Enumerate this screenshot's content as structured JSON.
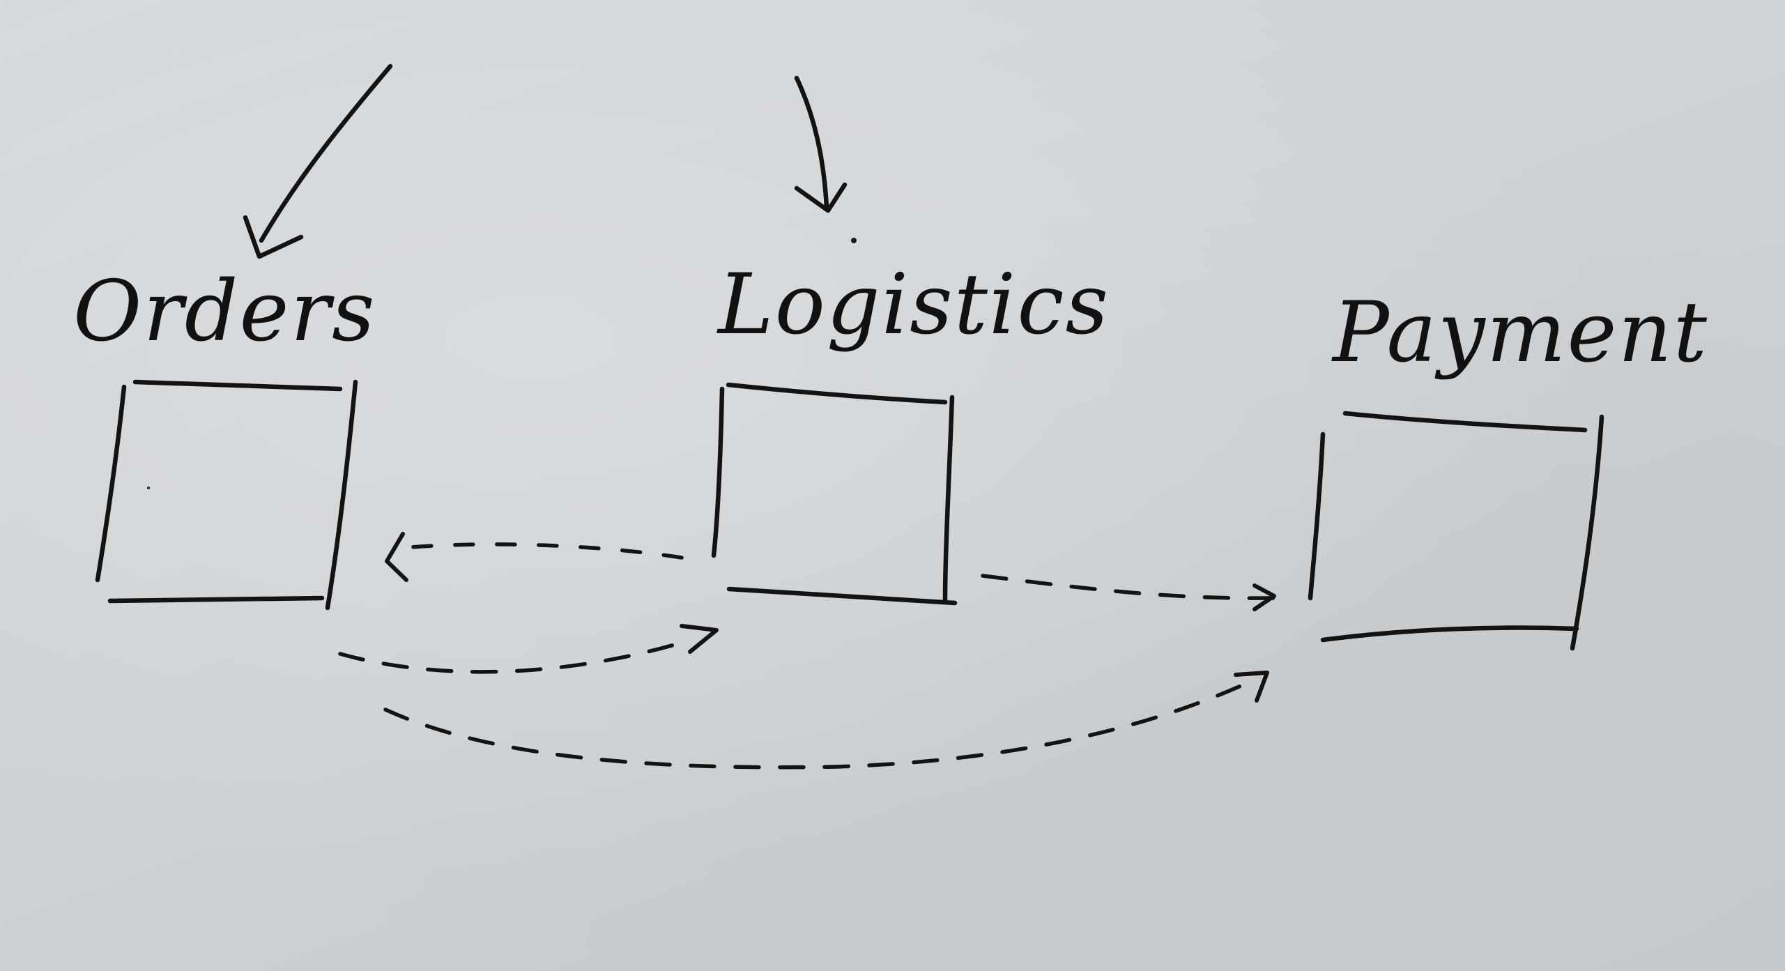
{
  "diagram": {
    "nodes": [
      {
        "id": "orders",
        "label": "Orders"
      },
      {
        "id": "logistics",
        "label": "Logistics"
      },
      {
        "id": "payment",
        "label": "Payment"
      }
    ],
    "edges": [
      {
        "from": "logistics",
        "to": "orders",
        "style": "dashed"
      },
      {
        "from": "orders",
        "to": "logistics",
        "style": "dashed"
      },
      {
        "from": "orders",
        "to": "payment",
        "style": "dashed"
      },
      {
        "from": "logistics",
        "to": "payment",
        "style": "dashed"
      }
    ],
    "external_inputs": [
      {
        "to": "orders",
        "style": "solid"
      },
      {
        "to": "logistics",
        "style": "solid"
      }
    ],
    "ink_color": "#131313",
    "paper_color": "#cfd3d6"
  }
}
